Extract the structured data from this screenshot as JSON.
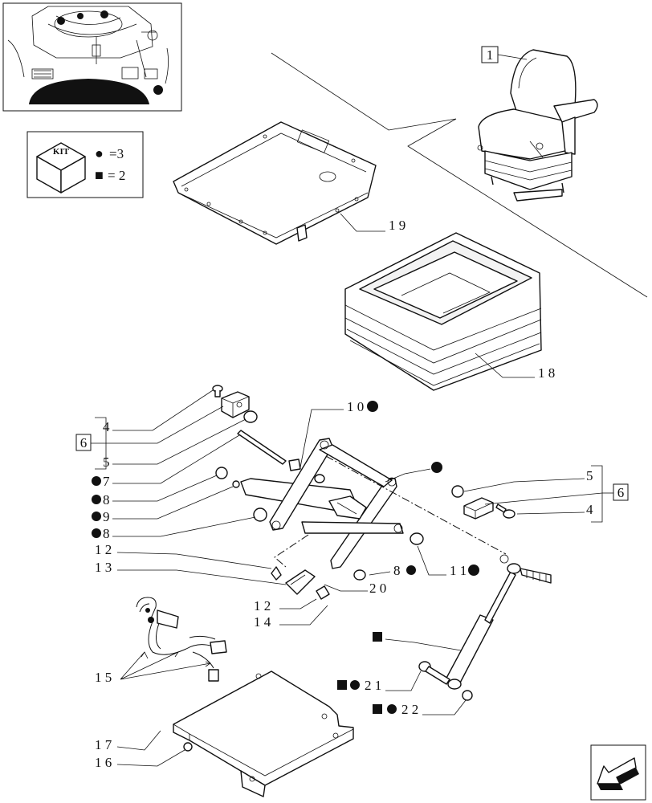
{
  "kit_legend": {
    "kit_label": "KIT",
    "circle_symbol": "●",
    "circle_value": "=3",
    "square_symbol": "■",
    "square_value": "= 2"
  },
  "callouts": {
    "seat_assembly": "1",
    "item_4_left": "4",
    "item_5_left": "5",
    "item_6_left": "6",
    "item_7": "7",
    "item_8a": "8",
    "item_9": "9",
    "item_8b": "8",
    "item_10": "1 0",
    "item_12a": "1 2",
    "item_13": "1 3",
    "item_12b": "1 2",
    "item_14": "1 4",
    "item_15": "1 5",
    "item_16": "1 6",
    "item_17": "1 7",
    "item_18": "1 8",
    "item_19": "1 9",
    "item_20": "2 0",
    "item_21": "2 1",
    "item_22": "2 2",
    "item_8c": "8",
    "item_11": "1 1",
    "item_5_right": "5",
    "item_4_right": "4",
    "item_6_right": "6"
  },
  "colors": {
    "line": "#111111",
    "background": "#ffffff"
  },
  "icons": [
    "tractor-cab-thumbnail",
    "kit-cube-icon",
    "seat-assembly-icon",
    "next-page-arrow-icon"
  ]
}
